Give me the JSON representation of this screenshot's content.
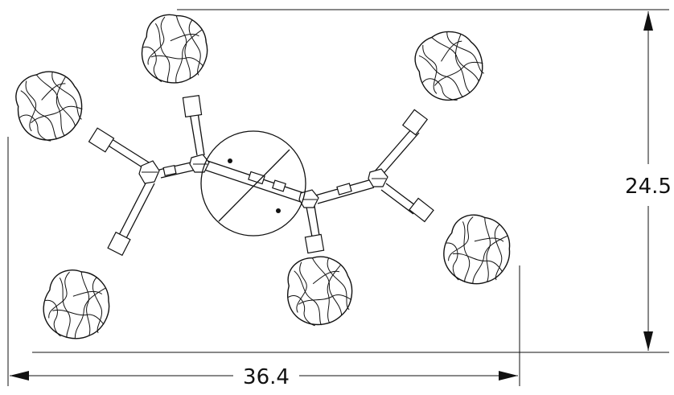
{
  "diagram": {
    "dimensions": {
      "width_label": "36.4",
      "height_label": "24.5"
    },
    "shade_count": 6,
    "colors": {
      "line": "#111111",
      "background": "#ffffff"
    }
  }
}
